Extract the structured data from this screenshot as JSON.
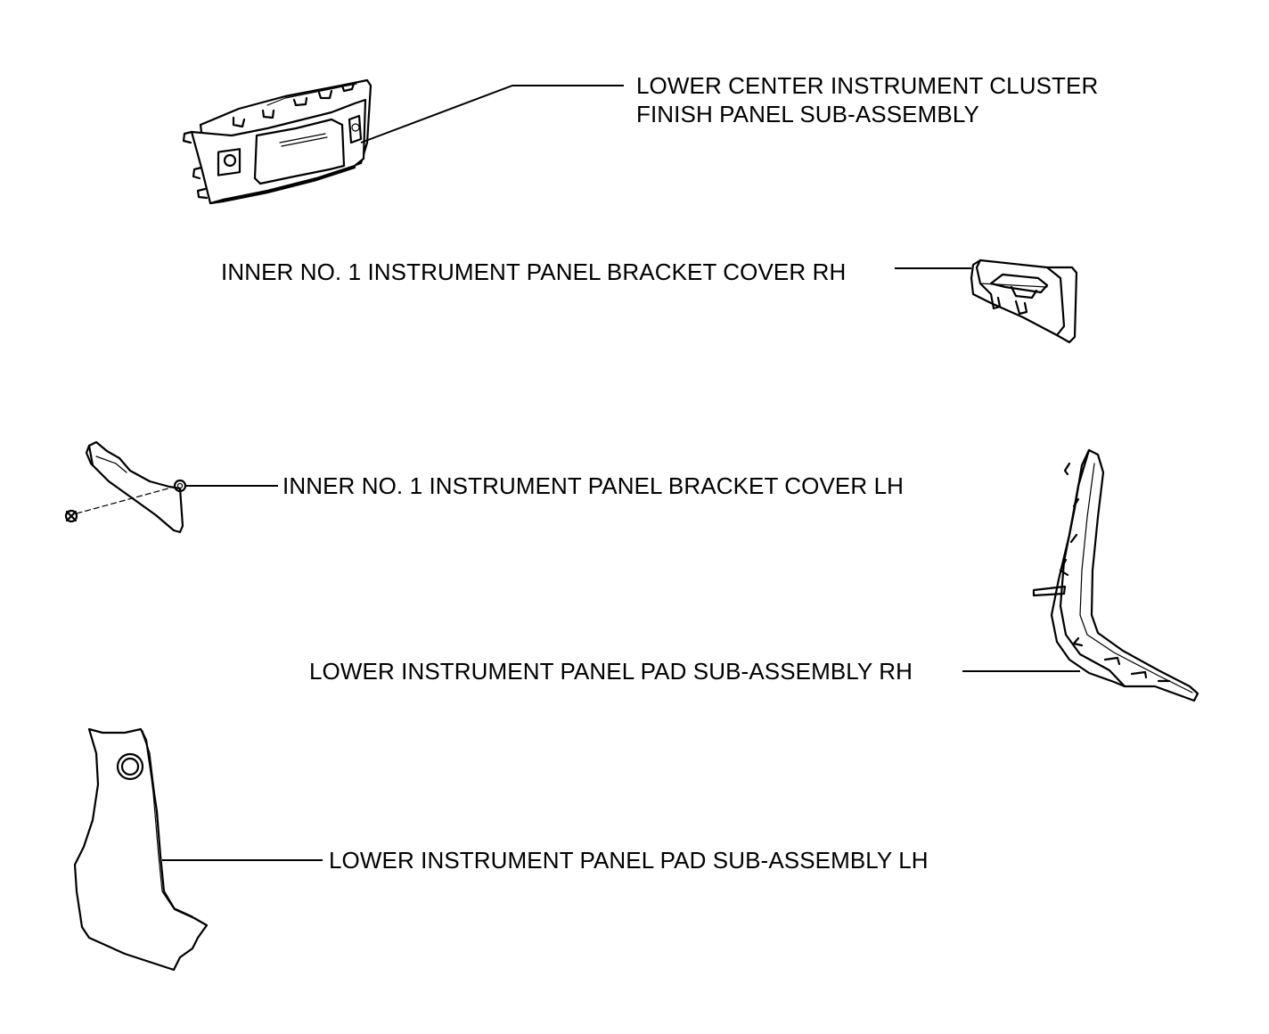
{
  "parts": [
    {
      "id": "lower-center-instrument-cluster-finish-panel",
      "label_lines": [
        "LOWER CENTER INSTRUMENT CLUSTER",
        "FINISH PANEL SUB-ASSEMBLY"
      ]
    },
    {
      "id": "inner-no1-bracket-cover-rh",
      "label_lines": [
        "INNER NO. 1 INSTRUMENT PANEL BRACKET COVER RH"
      ]
    },
    {
      "id": "inner-no1-bracket-cover-lh",
      "label_lines": [
        "INNER NO. 1 INSTRUMENT PANEL BRACKET COVER LH"
      ]
    },
    {
      "id": "lower-panel-pad-rh",
      "label_lines": [
        "LOWER INSTRUMENT PANEL PAD SUB-ASSEMBLY RH"
      ]
    },
    {
      "id": "lower-panel-pad-lh",
      "label_lines": [
        "LOWER INSTRUMENT PANEL PAD SUB-ASSEMBLY LH"
      ]
    }
  ],
  "colors": {
    "line": "#000000",
    "background": "#ffffff"
  }
}
